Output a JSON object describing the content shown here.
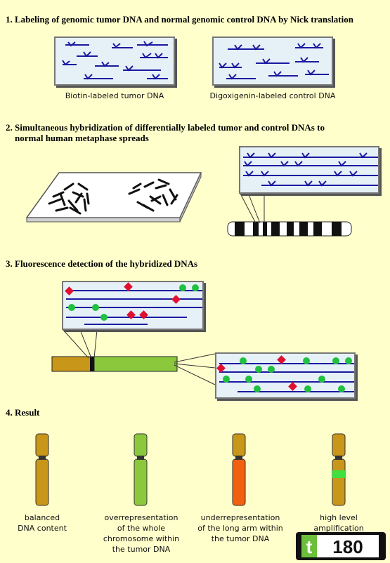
{
  "steps": {
    "s1": "1. Labeling of genomic tumor DNA and normal genomic control DNA by Nick translation",
    "s2_line1": "2. Simultaneous hybridization of differentially labeled tumor and control DNAs to",
    "s2_line2": "normal human metaphase spreads",
    "s3": "3. Fluorescence detection of the hybridized DNAs",
    "s4": "4. Result"
  },
  "captions": {
    "tumor": "Biotin-labeled tumor DNA",
    "control": "Digoxigenin-labeled control DNA"
  },
  "results": [
    {
      "lines": [
        "balanced",
        "DNA content"
      ]
    },
    {
      "lines": [
        "overrepresentation",
        "of the whole",
        "chromosome within",
        "the tumor DNA"
      ]
    },
    {
      "lines": [
        "underrepresentation",
        "of the long arm within",
        "the tumor DNA"
      ]
    },
    {
      "lines": [
        "high level",
        "amplification"
      ]
    }
  ],
  "logo": {
    "text": "t180"
  },
  "colors": {
    "background": "#ffffcc",
    "dna_strand": "#1a1aa0",
    "panel": "#e6f0f7",
    "red_label": "#e01030",
    "green_label": "#20c040",
    "balanced": "#c89618",
    "gain": "#8cc83c",
    "loss": "#f06010",
    "amplification_band": "#40e040"
  }
}
